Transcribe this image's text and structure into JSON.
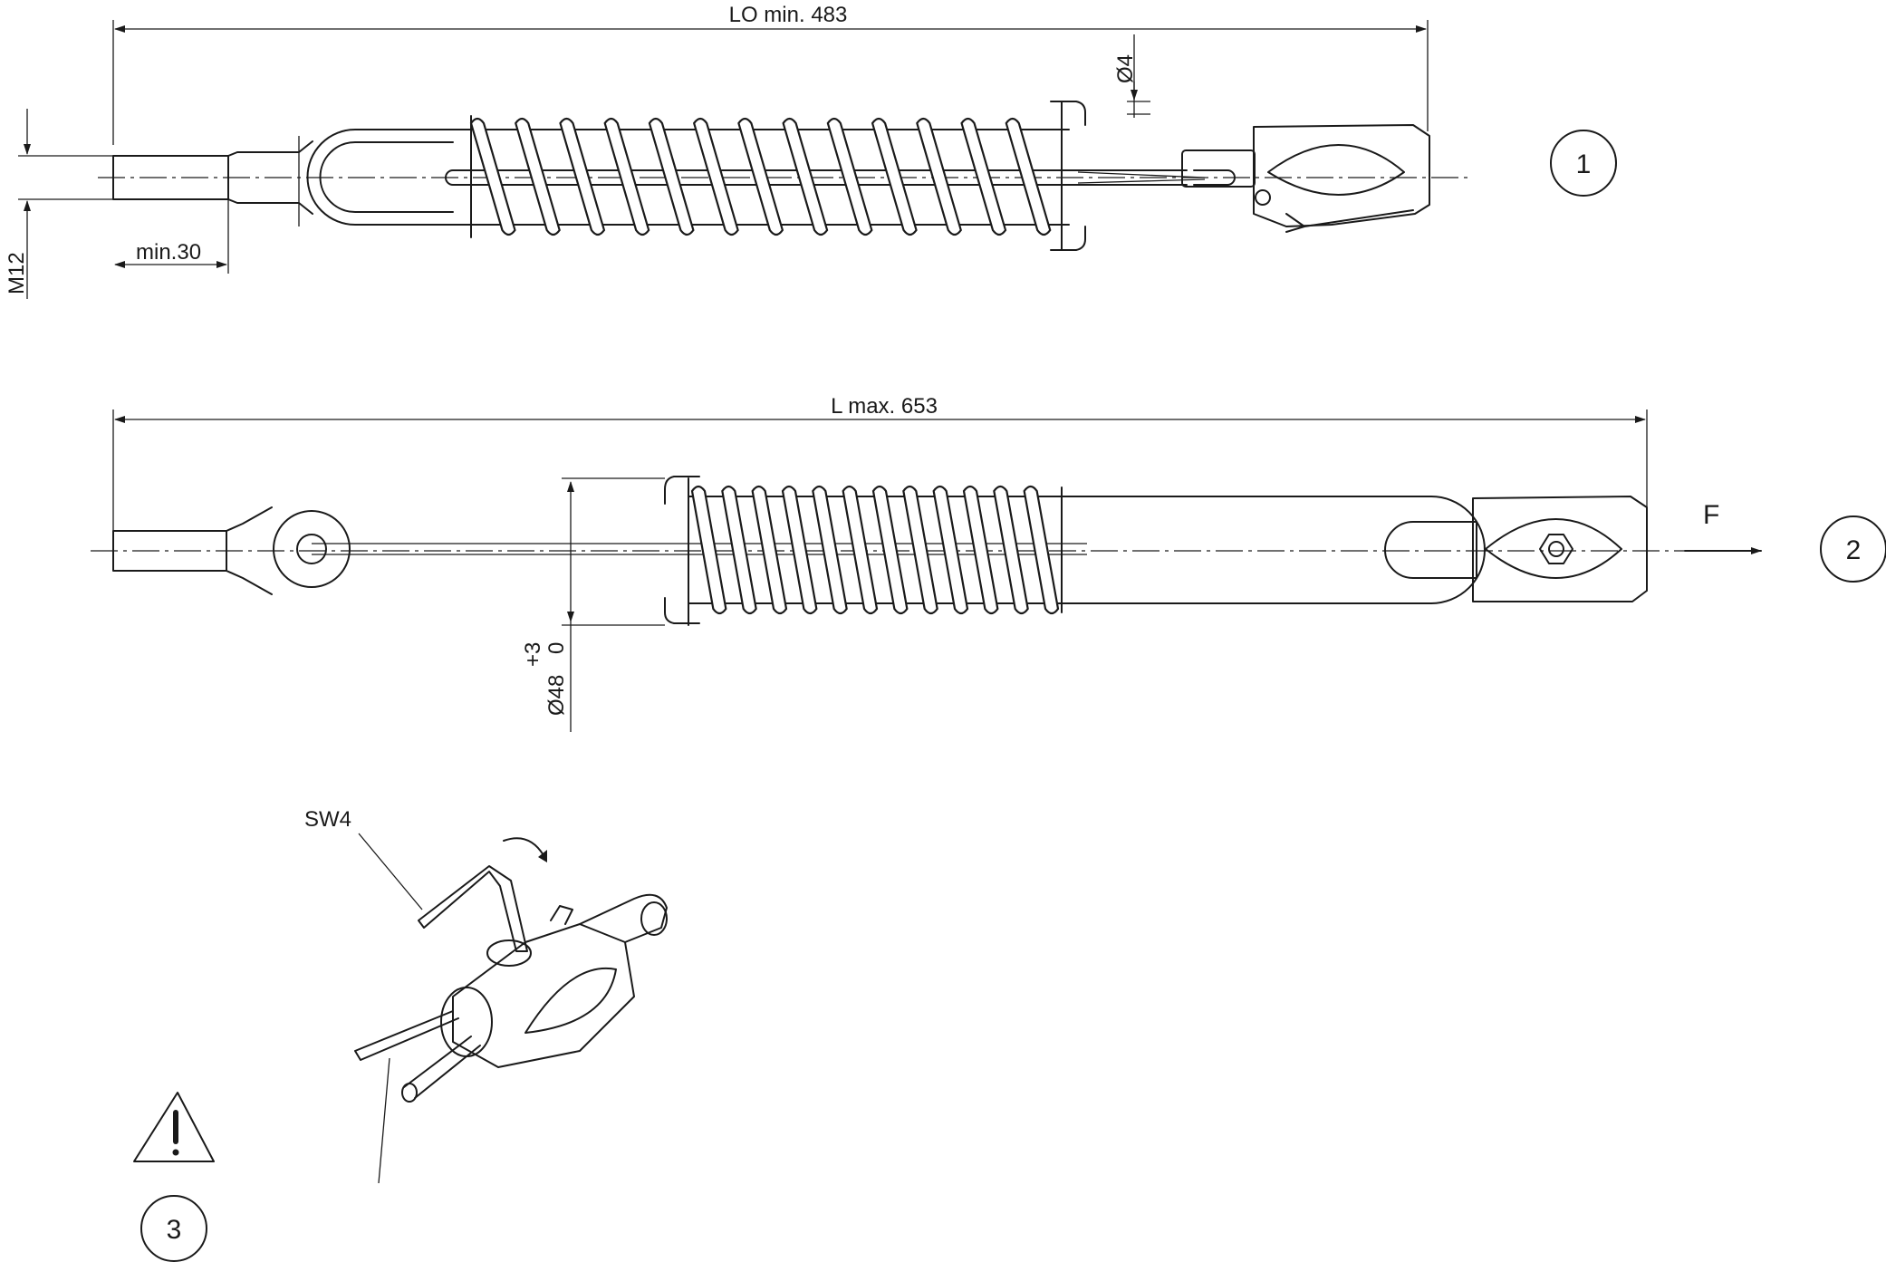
{
  "view1": {
    "overall_length": "LO min. 483",
    "thread": "M12",
    "thread_length": "min.30",
    "wire_diameter": "Ø4",
    "callout": "1"
  },
  "view2": {
    "overall_length": "L max. 653",
    "spring_diameter": "Ø48",
    "tolerance_upper": "+3",
    "tolerance_lower": "0",
    "force_label": "F",
    "callout": "2"
  },
  "view3": {
    "wrench_size": "SW4",
    "callout": "3"
  }
}
